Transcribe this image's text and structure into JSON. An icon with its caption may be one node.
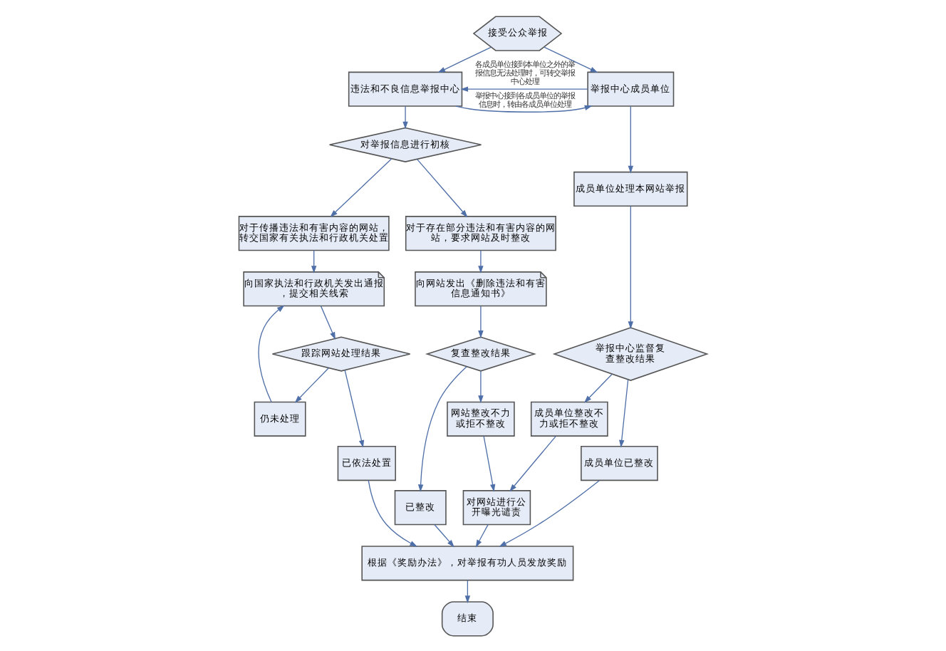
{
  "diagram": {
    "nodes": [
      {
        "text": [
          "接受公众举报"
        ]
      },
      {
        "text": [
          "违法和不良信息举报中心"
        ]
      },
      {
        "text": [
          "举报中心成员单位"
        ]
      },
      {
        "text": [
          "对举报信息进行初核"
        ]
      },
      {
        "text": [
          "对于传播违法和有害内容的网站，转交国家有关执法和行政机关处置"
        ]
      },
      {
        "text": [
          "对于存在部分违法和有害内容的网站，要求网站及时整改"
        ]
      },
      {
        "text": [
          "成员单位处理本网站举报"
        ]
      },
      {
        "text": [
          "向国家执法和行政机关发出通报，提交相关线索"
        ]
      },
      {
        "text": [
          "向网站发出《删除违法和有害信息通知书》"
        ]
      },
      {
        "text": [
          "举报中心监督复查整改结果"
        ]
      },
      {
        "text": [
          "跟踪网站处理结果"
        ]
      },
      {
        "text": [
          "复查整改结果"
        ]
      },
      {
        "text": [
          "成员单位整改不力或拒不整改"
        ]
      },
      {
        "text": [
          "成员单位已整改"
        ]
      },
      {
        "text": [
          "仍未处理"
        ]
      },
      {
        "text": [
          "已依法处置"
        ]
      },
      {
        "text": [
          "已整改"
        ]
      },
      {
        "text": [
          "网站整改不力或拒不整改"
        ]
      },
      {
        "text": [
          "对网站进行公开曝光谴责"
        ]
      },
      {
        "text": [
          "根据《奖励办法》，对举报有功人员发放奖励"
        ]
      },
      {
        "text": [
          "结束"
        ]
      }
    ],
    "edges": [
      {
        "from": 0,
        "to": 1,
        "arrow": "to"
      },
      {
        "from": 0,
        "to": 2,
        "arrow": "to"
      },
      {
        "from": 1,
        "to": 2,
        "arrow": "to",
        "label": "举报中心接到各成员单位的举报信息时，转由各成员单位处理"
      },
      {
        "from": 2,
        "to": 1,
        "arrow": "to",
        "label": "各成员单位接到本单位之外的举报信息无法处理时，可转交举报中心处理"
      },
      {
        "from": 1,
        "to": 3,
        "arrow": "to"
      },
      {
        "from": 3,
        "to": 4,
        "arrow": "to"
      },
      {
        "from": 3,
        "to": 5,
        "arrow": "to"
      },
      {
        "from": 2,
        "to": 6,
        "arrow": "to"
      },
      {
        "from": 4,
        "to": 7,
        "arrow": "to"
      },
      {
        "from": 5,
        "to": 8,
        "arrow": "to"
      },
      {
        "from": 6,
        "to": 9,
        "arrow": "to"
      },
      {
        "from": 7,
        "to": 10,
        "arrow": "to"
      },
      {
        "from": 8,
        "to": 11,
        "arrow": "to"
      },
      {
        "from": 9,
        "to": 12,
        "arrow": "to"
      },
      {
        "from": 9,
        "to": 13,
        "arrow": "to"
      },
      {
        "from": 10,
        "to": 14,
        "arrow": "to"
      },
      {
        "from": 10,
        "to": 15,
        "arrow": "to"
      },
      {
        "from": 11,
        "to": 16,
        "arrow": "to"
      },
      {
        "from": 11,
        "to": 17,
        "arrow": "to"
      },
      {
        "from": 14,
        "to": 7,
        "arrow": "to"
      },
      {
        "from": 17,
        "to": 18,
        "arrow": "to"
      },
      {
        "from": 12,
        "to": 18,
        "arrow": "to"
      },
      {
        "from": 15,
        "to": 19,
        "arrow": "to"
      },
      {
        "from": 16,
        "to": 19,
        "arrow": "to"
      },
      {
        "from": 18,
        "to": 19,
        "arrow": "to"
      },
      {
        "from": 13,
        "to": 19,
        "arrow": "to"
      },
      {
        "from": 19,
        "to": 20,
        "arrow": "to"
      }
    ]
  }
}
